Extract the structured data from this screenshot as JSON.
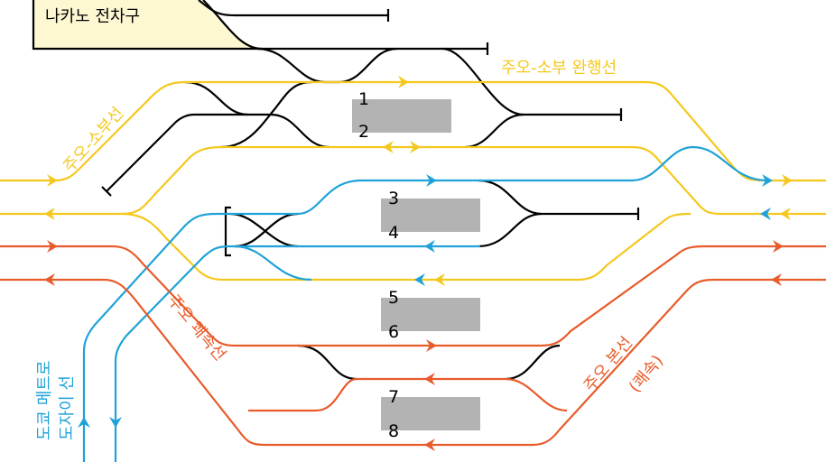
{
  "depot": {
    "label": "나카노 전차구"
  },
  "lines": {
    "chuo_sobu": {
      "label": "주오-소부선",
      "color": "#f5c81e"
    },
    "chuo_sobu_local": {
      "label": "주오-소부 완행선",
      "color": "#f5c81e"
    },
    "chuo_rapid": {
      "label": "주오 쾌속선",
      "color": "#e85b2b"
    },
    "chuo_main_line1": "주오 본선",
    "chuo_main_line2": "(쾌속)",
    "tozai_line1": "도쿄 메트로",
    "tozai_line2": "도자이 선",
    "tozai_color": "#1ea2d8"
  },
  "platforms": [
    {
      "tracks": [
        "1",
        "2"
      ]
    },
    {
      "tracks": [
        "3",
        "4"
      ]
    },
    {
      "tracks": [
        "5",
        "6"
      ]
    },
    {
      "tracks": [
        "7",
        "8"
      ]
    }
  ]
}
